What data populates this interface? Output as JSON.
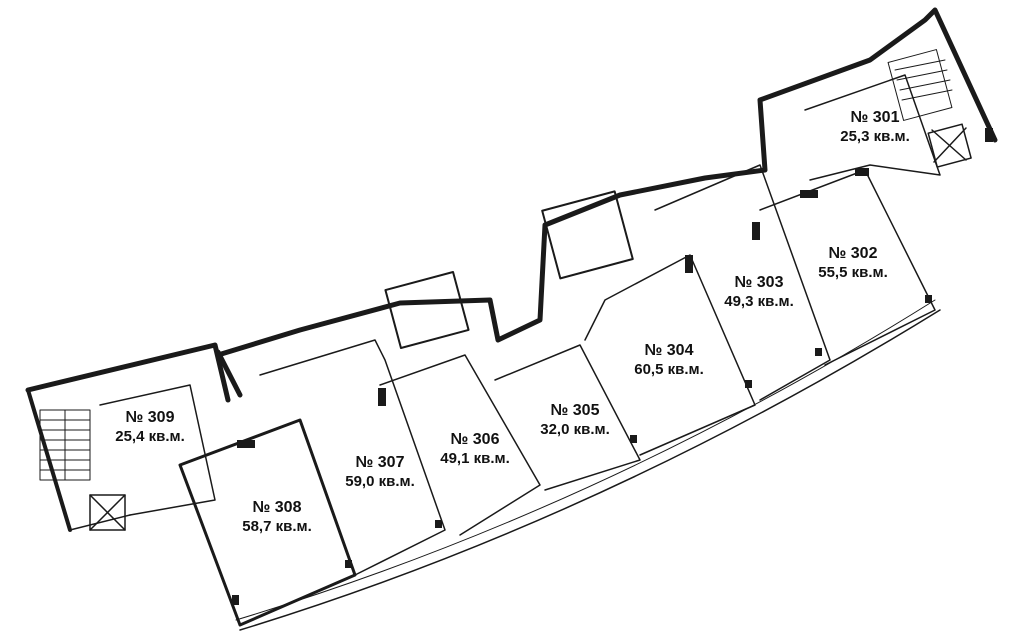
{
  "rooms": [
    {
      "id": "301",
      "number": "№ 301",
      "area": "25,3 кв.м."
    },
    {
      "id": "302",
      "number": "№ 302",
      "area": "55,5 кв.м."
    },
    {
      "id": "303",
      "number": "№ 303",
      "area": "49,3 кв.м."
    },
    {
      "id": "304",
      "number": "№ 304",
      "area": "60,5 кв.м."
    },
    {
      "id": "305",
      "number": "№ 305",
      "area": "32,0 кв.м."
    },
    {
      "id": "306",
      "number": "№ 306",
      "area": "49,1 кв.м."
    },
    {
      "id": "307",
      "number": "№ 307",
      "area": "59,0 кв.м."
    },
    {
      "id": "308",
      "number": "№ 308",
      "area": "58,7 кв.м."
    },
    {
      "id": "309",
      "number": "№ 309",
      "area": "25,4 кв.м."
    }
  ],
  "colors": {
    "wall": "#1a1a1a",
    "line": "#333333",
    "background": "#ffffff"
  }
}
